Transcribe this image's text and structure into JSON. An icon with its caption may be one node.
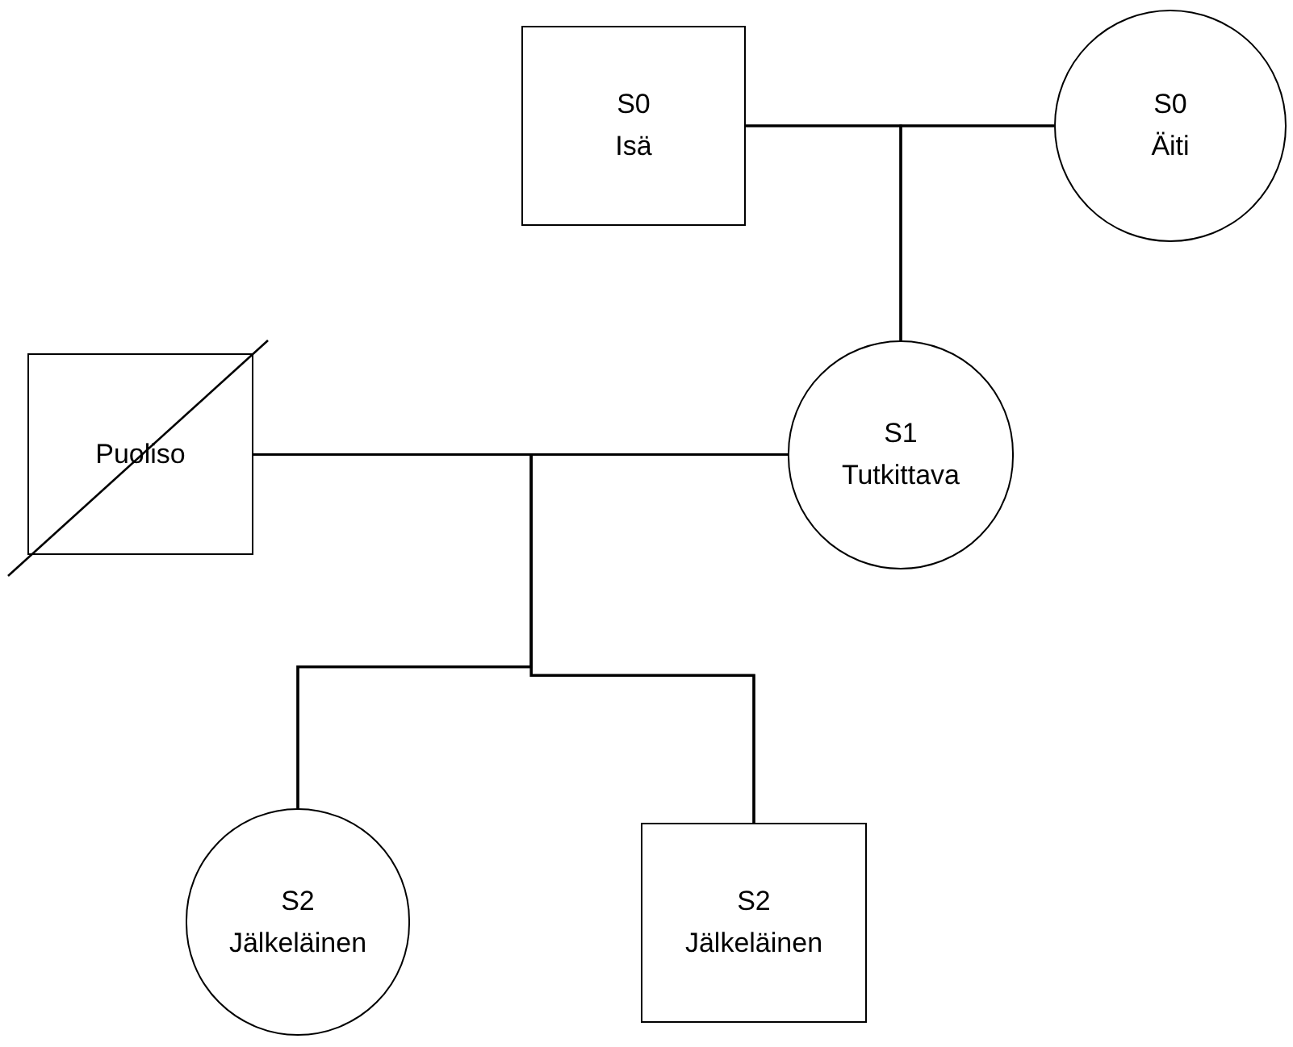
{
  "diagram": {
    "nodes": [
      {
        "text": [
          "S0",
          "Isä"
        ]
      },
      {
        "text": [
          "S0",
          "Äiti"
        ]
      },
      {
        "text": [
          "S1",
          "Tutkittava"
        ]
      },
      {
        "text": [
          "Puoliso"
        ]
      },
      {
        "text": [
          "S2",
          "Jälkeläinen"
        ]
      },
      {
        "text": [
          "S2",
          "Jälkeläinen"
        ]
      }
    ],
    "edges": [
      {
        "from": 0,
        "to": 1,
        "arrow": "none"
      },
      {
        "from": 0,
        "to": 2,
        "arrow": "none"
      },
      {
        "from": 1,
        "to": 2,
        "arrow": "none"
      },
      {
        "from": 3,
        "to": 2,
        "arrow": "none"
      },
      {
        "from": 3,
        "to": 4,
        "arrow": "none"
      },
      {
        "from": 3,
        "to": 5,
        "arrow": "none"
      },
      {
        "from": 2,
        "to": 4,
        "arrow": "none"
      },
      {
        "from": 2,
        "to": 5,
        "arrow": "none"
      }
    ]
  }
}
